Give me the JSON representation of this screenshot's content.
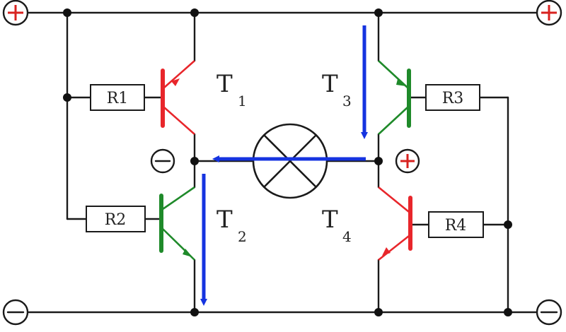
{
  "colors": {
    "wire": "#1a1a1a",
    "pnp": "#e8262b",
    "npn": "#1f8a2a",
    "current": "#1533e0",
    "plus": "#d8221f"
  },
  "terminals": {
    "top_left": "+",
    "top_right": "+",
    "bottom_left": "−",
    "bottom_right": "−",
    "mid_left": "−",
    "mid_right": "+"
  },
  "resistors": {
    "r1": "R1",
    "r2": "R2",
    "r3": "R3",
    "r4": "R4"
  },
  "transistors": {
    "t1": {
      "letter": "T",
      "sub": "1"
    },
    "t2": {
      "letter": "T",
      "sub": "2"
    },
    "t3": {
      "letter": "T",
      "sub": "3"
    },
    "t4": {
      "letter": "T",
      "sub": "4"
    }
  },
  "icons": {
    "load": "lamp-icon",
    "current": "current-arrow-icon"
  }
}
